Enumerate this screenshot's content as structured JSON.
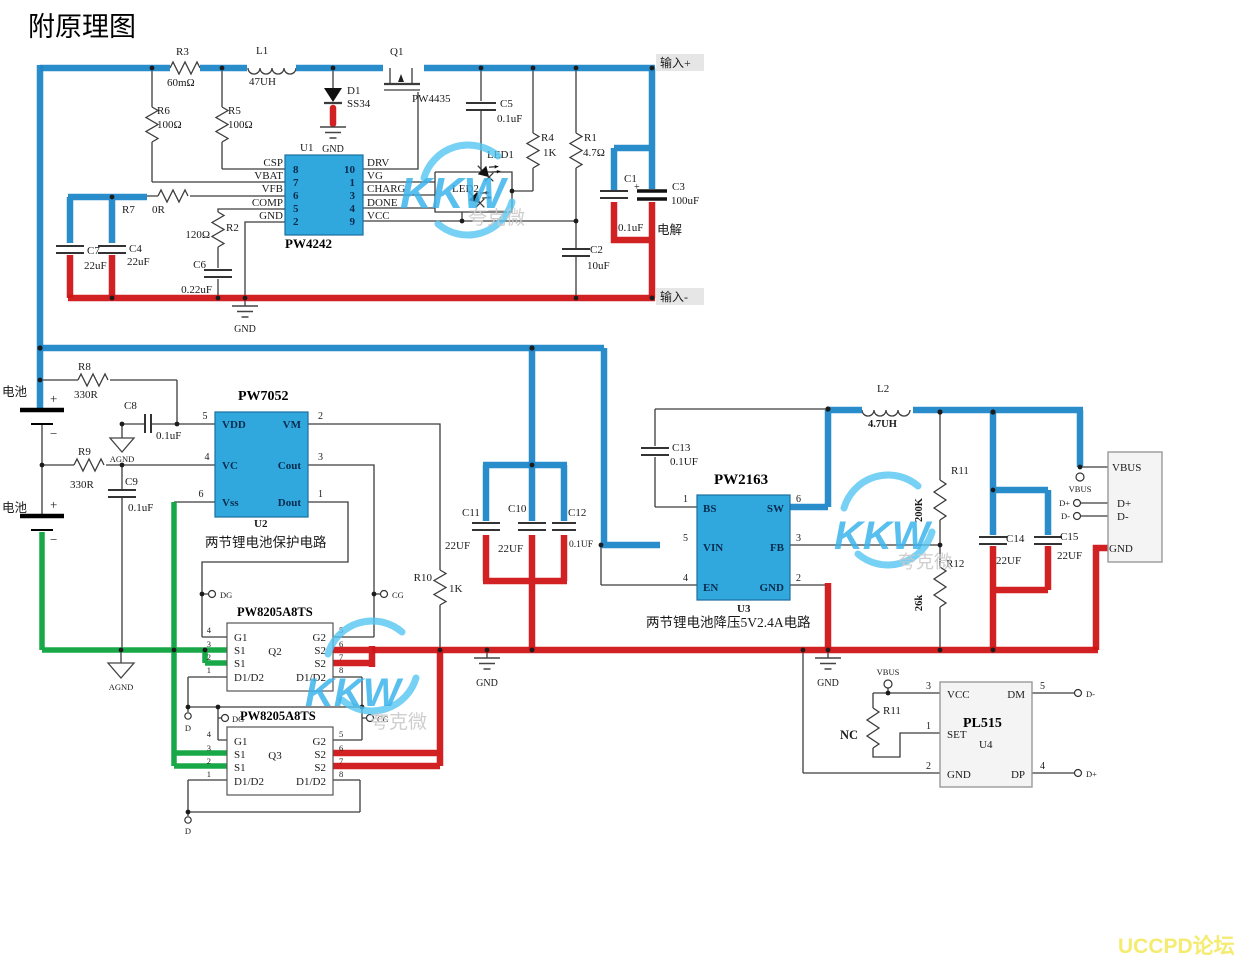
{
  "title": "附原理图",
  "forum": "UCCPD论坛",
  "watermark": {
    "brand": "KKW",
    "company": "夸克微"
  },
  "colors": {
    "wire_blue": "#1d86c8",
    "wire_red": "#cf1516",
    "wire_green": "#0da33e",
    "chip_fill": "#30a8de"
  },
  "io": {
    "input_pos": "输入+",
    "input_neg": "输入-"
  },
  "charger": {
    "r3": {
      "ref": "R3",
      "val": "60mΩ"
    },
    "l1": {
      "ref": "L1",
      "val": "47UH"
    },
    "q1": {
      "ref": "Q1",
      "val": "PW4435"
    },
    "d1": {
      "ref": "D1",
      "val": "SS34",
      "gnd": "GND"
    },
    "r6": {
      "ref": "R6",
      "val": "100Ω"
    },
    "r5": {
      "ref": "R5",
      "val": "100Ω"
    },
    "r7": {
      "ref": "R7",
      "val": "0R"
    },
    "r2": {
      "ref": "R2",
      "val": "120Ω"
    },
    "c6": {
      "ref": "C6",
      "val": "0.22uF"
    },
    "c7": {
      "ref": "C7",
      "val": "22uF"
    },
    "c4": {
      "ref": "C4",
      "val": "22uF"
    },
    "c5": {
      "ref": "C5",
      "val": "0.1uF"
    },
    "r4": {
      "ref": "R4",
      "val": "1K"
    },
    "r1": {
      "ref": "R1",
      "val": "4.7Ω"
    },
    "c1": {
      "ref": "C1",
      "val": "0.1uF",
      "plus": "+"
    },
    "c3": {
      "ref": "C3",
      "val": "100uF",
      "type": "电解"
    },
    "c2": {
      "ref": "C2",
      "val": "10uF"
    },
    "led1": "LED1",
    "led2": "LED2",
    "gnd": "GND",
    "u1": {
      "ref": "U1",
      "part": "PW4242",
      "left": [
        {
          "n": "8",
          "l": "CSP"
        },
        {
          "n": "7",
          "l": "VBAT"
        },
        {
          "n": "6",
          "l": "VFB"
        },
        {
          "n": "5",
          "l": "COMP"
        },
        {
          "n": "2",
          "l": "GND"
        }
      ],
      "right": [
        {
          "n": "10",
          "l": "DRV"
        },
        {
          "n": "1",
          "l": "VG"
        },
        {
          "n": "3",
          "l": "CHARG"
        },
        {
          "n": "4",
          "l": "DONE"
        },
        {
          "n": "9",
          "l": "VCC"
        }
      ]
    }
  },
  "battery": {
    "cell": "电池",
    "plus": "+",
    "minus": "−",
    "r8": {
      "ref": "R8",
      "val": "330R"
    },
    "r9": {
      "ref": "R9",
      "val": "330R"
    },
    "c8": {
      "ref": "C8",
      "val": "0.1uF"
    },
    "c9": {
      "ref": "C9",
      "val": "0.1uF"
    },
    "agnd": "AGND"
  },
  "protection": {
    "u2": {
      "ref": "U2",
      "part": "PW7052",
      "desc": "两节锂电池保护电路",
      "left": [
        {
          "n": "5",
          "l": "VDD"
        },
        {
          "n": "4",
          "l": "VC"
        },
        {
          "n": "6",
          "l": "Vss"
        }
      ],
      "right": [
        {
          "n": "2",
          "l": "VM"
        },
        {
          "n": "3",
          "l": "Cout"
        },
        {
          "n": "1",
          "l": "Dout"
        }
      ]
    },
    "r10": {
      "ref": "R10",
      "val": "1K"
    },
    "mosfet_part": "PW8205A8TS",
    "q2": "Q2",
    "q3": "Q3",
    "pins": {
      "g1": "G1",
      "s1": "S1",
      "d12": "D1/D2",
      "g2": "G2",
      "s2": "S2"
    },
    "nums_left": [
      "4",
      "3",
      "2",
      "1"
    ],
    "nums_right": [
      "5",
      "6",
      "7",
      "8"
    ],
    "dg": "DG",
    "cg": "CG",
    "d": "D",
    "gnd": "GND",
    "c11": {
      "ref": "C11",
      "val": "22UF"
    },
    "c10": {
      "ref": "C10",
      "val": "22UF"
    },
    "c12": {
      "ref": "C12",
      "val": "0.1UF"
    }
  },
  "buck": {
    "u3": {
      "ref": "U3",
      "part": "PW2163",
      "desc": "两节锂电池降压5V2.4A电路",
      "left": [
        {
          "n": "1",
          "l": "BS"
        },
        {
          "n": "5",
          "l": "VIN"
        },
        {
          "n": "4",
          "l": "EN"
        }
      ],
      "right": [
        {
          "n": "6",
          "l": "SW"
        },
        {
          "n": "3",
          "l": "FB"
        },
        {
          "n": "2",
          "l": "GND"
        }
      ]
    },
    "c13": {
      "ref": "C13",
      "val": "0.1UF"
    },
    "l2": {
      "ref": "L2",
      "val": "4.7UH"
    },
    "r11": {
      "ref": "R11",
      "val": "200K"
    },
    "r12": {
      "ref": "R12",
      "val": "26k"
    },
    "c14": {
      "ref": "C14",
      "val": "22UF"
    },
    "c15": {
      "ref": "C15",
      "val": "22UF"
    },
    "gnd": "GND"
  },
  "usb": {
    "vbus": "VBUS",
    "dplus": "D+",
    "dminus": "D-",
    "gnd": "GND",
    "term_vbus": "VBUS",
    "term_dp": "D+",
    "term_dm": "D-"
  },
  "pl515": {
    "u4": {
      "ref": "U4",
      "part": "PL515",
      "left": [
        {
          "n": "3",
          "l": "VCC"
        },
        {
          "n": "1",
          "l": "SET"
        },
        {
          "n": "2",
          "l": "GND"
        }
      ],
      "right": [
        {
          "n": "5",
          "l": "DM"
        },
        {
          "n": "4",
          "l": "DP"
        }
      ]
    },
    "r11": {
      "ref": "R11"
    },
    "nc": "NC",
    "vbus": "VBUS",
    "gnd": "GND",
    "term_dm": "D-",
    "term_dp": "D+"
  }
}
